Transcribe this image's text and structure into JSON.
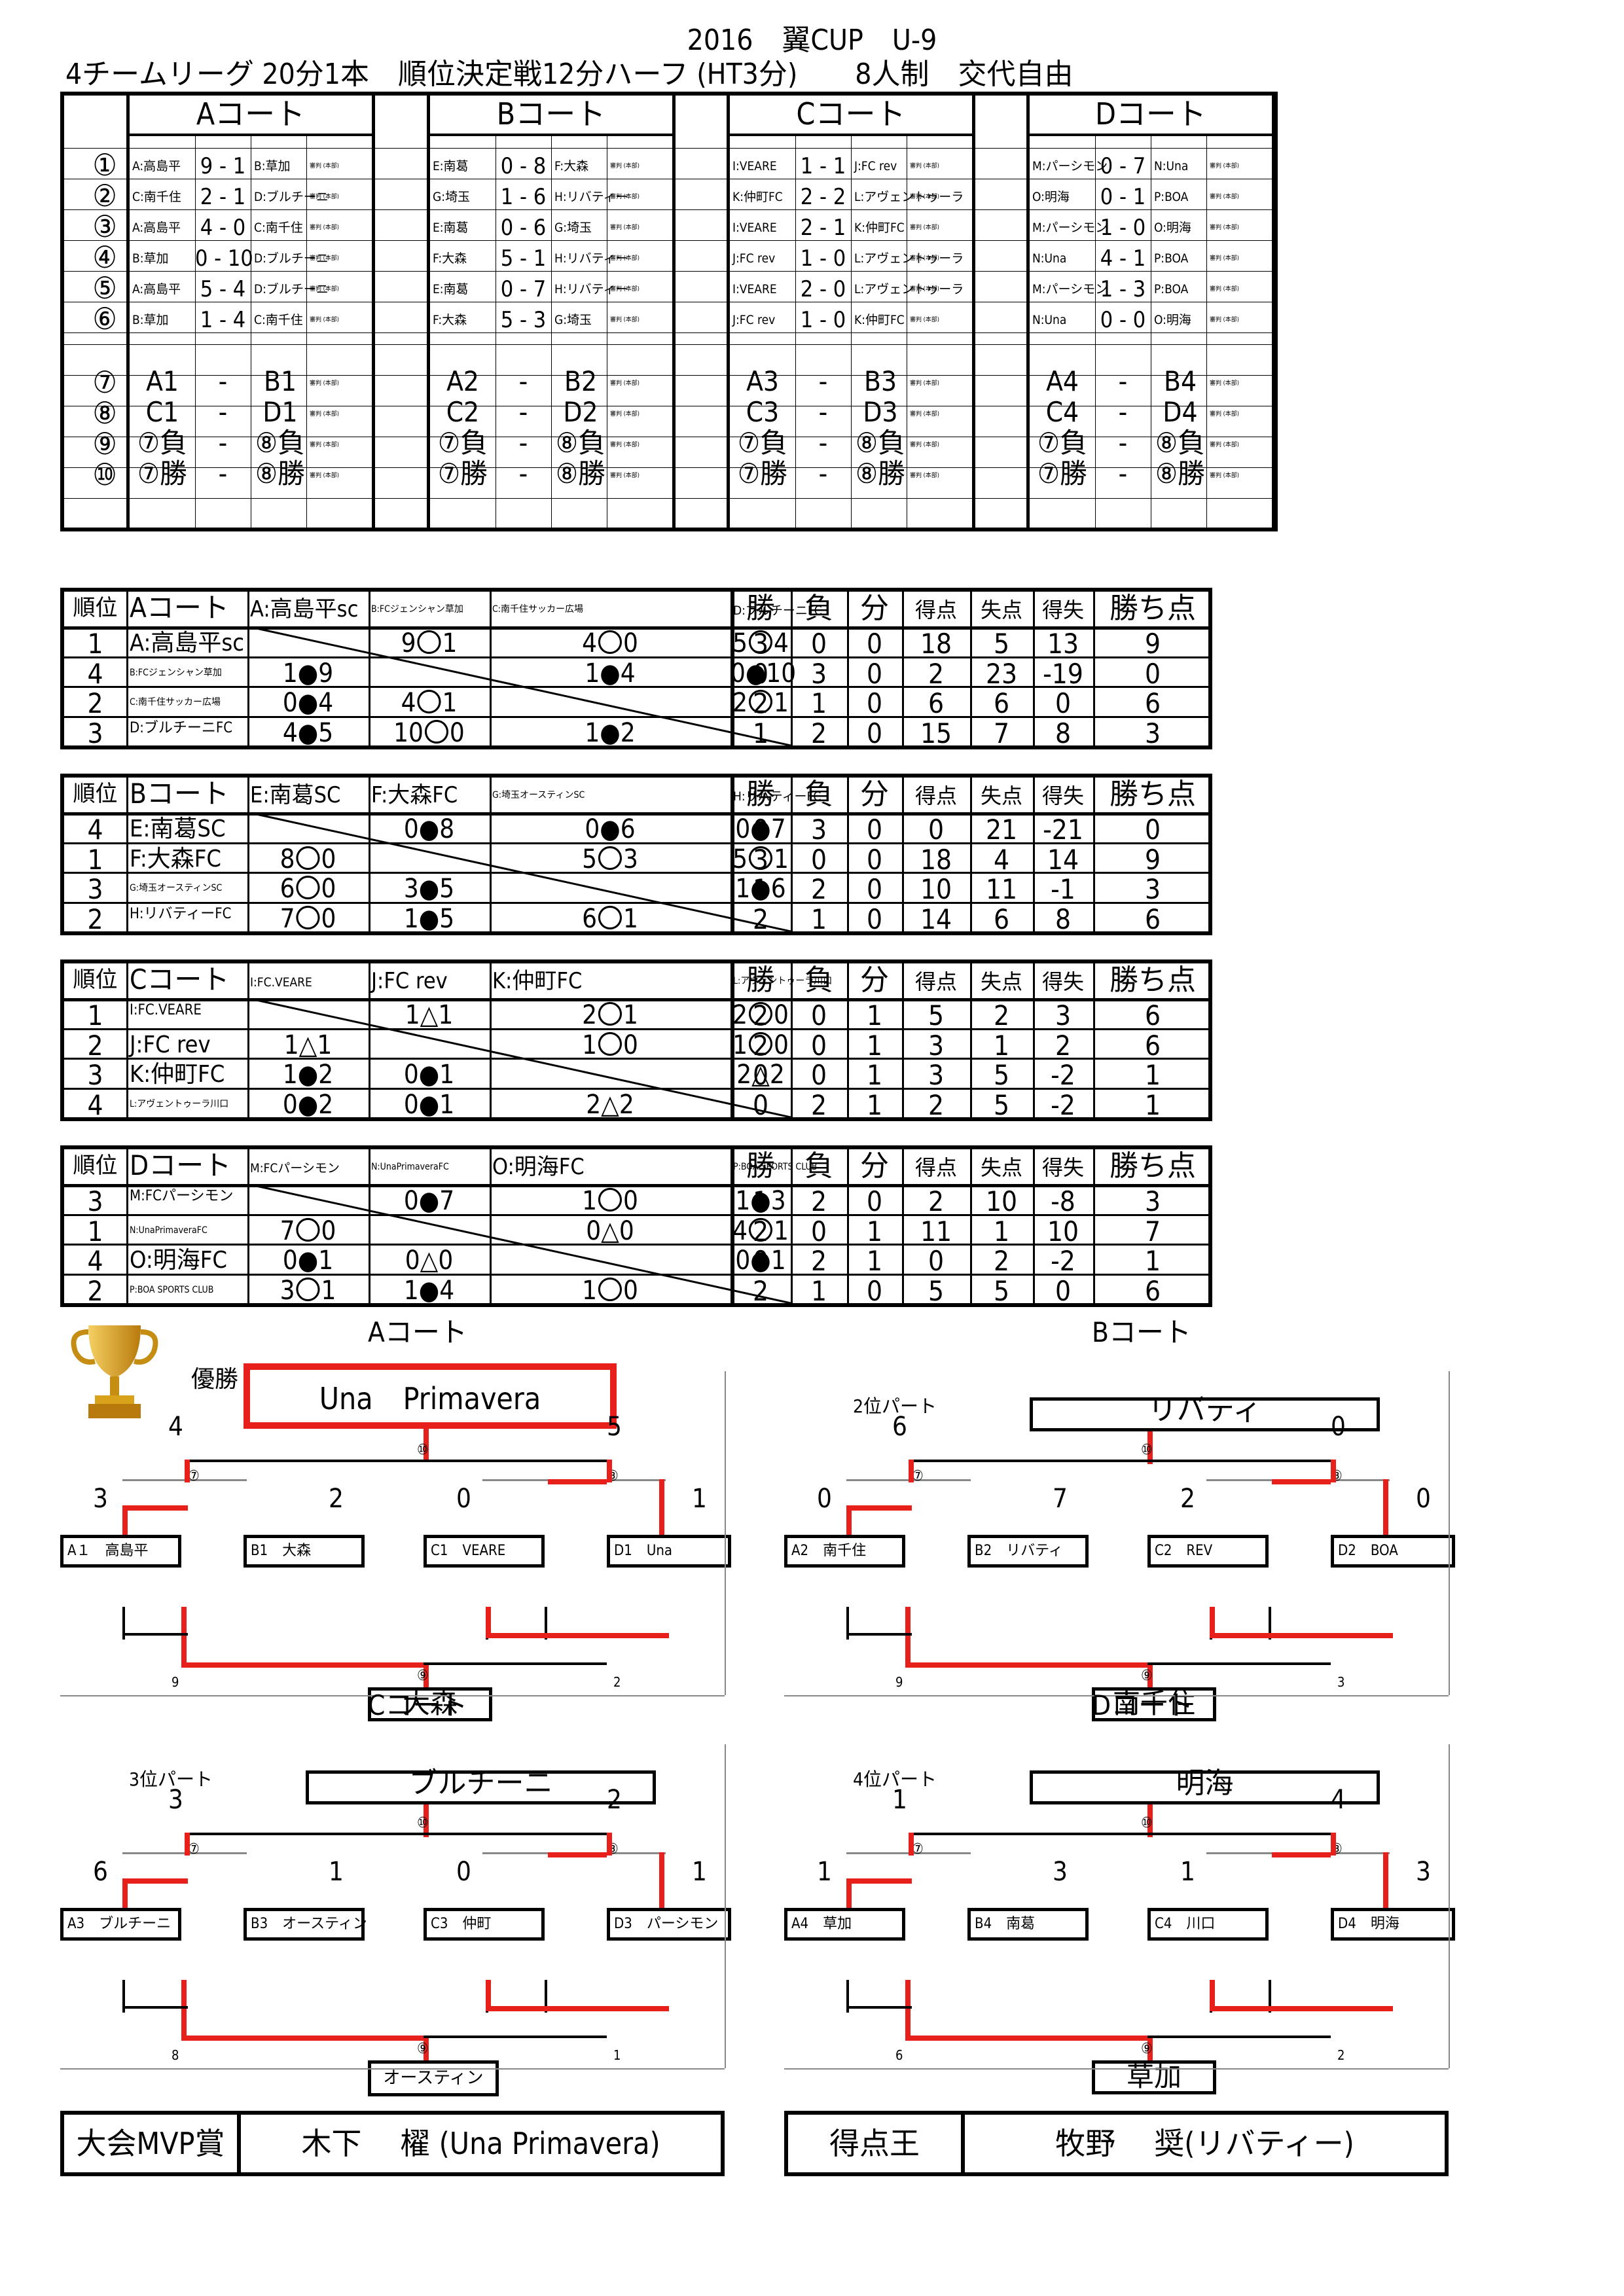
{
  "title": "2016　翼CUP　U-9",
  "subtitle": "4チームリーグ 20分1本　順位決定戦12分ハーフ (HT3分)　　8人制　交代自由",
  "courts": [
    "Aコート",
    "Bコート",
    "Cコート",
    "Dコート"
  ],
  "match_numbers": [
    "①",
    "②",
    "③",
    "④",
    "⑤",
    "⑥",
    "⑦",
    "⑧",
    "⑨",
    "⑩"
  ],
  "ref_label": "審判 (本部)",
  "schedule": {
    "A": [
      [
        "A:高島平",
        "9 - 1",
        "B:草加"
      ],
      [
        "C:南千住",
        "2 - 1",
        "D:ブルチーニ"
      ],
      [
        "A:高島平",
        "4 - 0",
        "C:南千住"
      ],
      [
        "B:草加",
        "0 - 10",
        "D:ブルチーニ"
      ],
      [
        "A:高島平",
        "5 - 4",
        "D:ブルチーニ"
      ],
      [
        "B:草加",
        "1 - 4",
        "C:南千住"
      ]
    ],
    "B": [
      [
        "E:南葛",
        "0 - 8",
        "F:大森"
      ],
      [
        "G:埼玉",
        "1 - 6",
        "H:リバティー"
      ],
      [
        "E:南葛",
        "0 - 6",
        "G:埼玉"
      ],
      [
        "F:大森",
        "5 - 1",
        "H:リバティー"
      ],
      [
        "E:南葛",
        "0 - 7",
        "H:リバティー"
      ],
      [
        "F:大森",
        "5 - 3",
        "G:埼玉"
      ]
    ],
    "C": [
      [
        "I:VEARE",
        "1 - 1",
        "J:FC rev"
      ],
      [
        "K:仲町FC",
        "2 - 2",
        "L:アヴェントゥーラ"
      ],
      [
        "I:VEARE",
        "2 - 1",
        "K:仲町FC"
      ],
      [
        "J:FC rev",
        "1 - 0",
        "L:アヴェントゥーラ"
      ],
      [
        "I:VEARE",
        "2 - 0",
        "L:アヴェントゥーラ"
      ],
      [
        "J:FC rev",
        "1 - 0",
        "K:仲町FC"
      ]
    ],
    "D": [
      [
        "M:パーシモン",
        "0 - 7",
        "N:Una"
      ],
      [
        "O:明海",
        "0 - 1",
        "P:BOA"
      ],
      [
        "M:パーシモン",
        "1 - 0",
        "O:明海"
      ],
      [
        "N:Una",
        "4 - 1",
        "P:BOA"
      ],
      [
        "M:パーシモン",
        "1 - 3",
        "P:BOA"
      ],
      [
        "N:Una",
        "0 - 0",
        "O:明海"
      ]
    ],
    "finals": [
      [
        [
          "A1",
          "-",
          "B1"
        ],
        [
          "A2",
          "-",
          "B2"
        ],
        [
          "A3",
          "-",
          "B3"
        ],
        [
          "A4",
          "-",
          "B4"
        ]
      ],
      [
        [
          "C1",
          "-",
          "D1"
        ],
        [
          "C2",
          "-",
          "D2"
        ],
        [
          "C3",
          "-",
          "D3"
        ],
        [
          "C4",
          "-",
          "D4"
        ]
      ],
      [
        [
          "⑦負",
          "-",
          "⑧負"
        ],
        [
          "⑦負",
          "-",
          "⑧負"
        ],
        [
          "⑦負",
          "-",
          "⑧負"
        ],
        [
          "⑦負",
          "-",
          "⑧負"
        ]
      ],
      [
        [
          "⑦勝",
          "-",
          "⑧勝"
        ],
        [
          "⑦勝",
          "-",
          "⑧勝"
        ],
        [
          "⑦勝",
          "-",
          "⑧勝"
        ],
        [
          "⑦勝",
          "-",
          "⑧勝"
        ]
      ]
    ]
  },
  "standings_headers": [
    "勝",
    "負",
    "分",
    "得点",
    "失点",
    "得失",
    "勝ち点"
  ],
  "rank_label": "順位",
  "standings": [
    {
      "court": "Aコート",
      "cols": [
        "A:高島平sc",
        "B:FCジェンシャン草加",
        "C:南千住サッカー広場",
        "D:ブルチーニFC"
      ],
      "rows": [
        {
          "rank": "1",
          "team": "A:高島平sc",
          "cells": [
            "",
            "9〇1",
            "4〇0",
            "5〇4"
          ],
          "stats": [
            "3",
            "0",
            "0",
            "18",
            "5",
            "13",
            "9"
          ]
        },
        {
          "rank": "4",
          "team": "B:FCジェンシャン草加",
          "cells": [
            "1●9",
            "",
            "1●4",
            "0●10"
          ],
          "stats": [
            "0",
            "3",
            "0",
            "2",
            "23",
            "-19",
            "0"
          ]
        },
        {
          "rank": "2",
          "team": "C:南千住サッカー広場",
          "cells": [
            "0●4",
            "4〇1",
            "",
            "2〇1"
          ],
          "stats": [
            "2",
            "1",
            "0",
            "6",
            "6",
            "0",
            "6"
          ]
        },
        {
          "rank": "3",
          "team": "D:ブルチーニFC",
          "cells": [
            "4●5",
            "10〇0",
            "1●2",
            ""
          ],
          "stats": [
            "1",
            "2",
            "0",
            "15",
            "7",
            "8",
            "3"
          ]
        }
      ]
    },
    {
      "court": "Bコート",
      "cols": [
        "E:南葛SC",
        "F:大森FC",
        "G:埼玉オースティンSC",
        "H:リバティーFC"
      ],
      "rows": [
        {
          "rank": "4",
          "team": "E:南葛SC",
          "cells": [
            "",
            "0●8",
            "0●6",
            "0●7"
          ],
          "stats": [
            "0",
            "3",
            "0",
            "0",
            "21",
            "-21",
            "0"
          ]
        },
        {
          "rank": "1",
          "team": "F:大森FC",
          "cells": [
            "8〇0",
            "",
            "5〇3",
            "5〇1"
          ],
          "stats": [
            "3",
            "0",
            "0",
            "18",
            "4",
            "14",
            "9"
          ]
        },
        {
          "rank": "3",
          "team": "G:埼玉オースティンSC",
          "cells": [
            "6〇0",
            "3●5",
            "",
            "1●6"
          ],
          "stats": [
            "1",
            "2",
            "0",
            "10",
            "11",
            "-1",
            "3"
          ]
        },
        {
          "rank": "2",
          "team": "H:リバティーFC",
          "cells": [
            "7〇0",
            "1●5",
            "6〇1",
            ""
          ],
          "stats": [
            "2",
            "1",
            "0",
            "14",
            "6",
            "8",
            "6"
          ]
        }
      ]
    },
    {
      "court": "Cコート",
      "cols": [
        "I:FC.VEARE",
        "J:FC rev",
        "K:仲町FC",
        "L:アヴェントゥーラ川口"
      ],
      "rows": [
        {
          "rank": "1",
          "team": "I:FC.VEARE",
          "cells": [
            "",
            "1△1",
            "2〇1",
            "2〇0"
          ],
          "stats": [
            "2",
            "0",
            "1",
            "5",
            "2",
            "3",
            "6"
          ]
        },
        {
          "rank": "2",
          "team": "J:FC rev",
          "cells": [
            "1△1",
            "",
            "1〇0",
            "1〇0"
          ],
          "stats": [
            "2",
            "0",
            "1",
            "3",
            "1",
            "2",
            "6"
          ]
        },
        {
          "rank": "3",
          "team": "K:仲町FC",
          "cells": [
            "1●2",
            "0●1",
            "",
            "2△2"
          ],
          "stats": [
            "0",
            "0",
            "1",
            "3",
            "5",
            "-2",
            "1"
          ]
        },
        {
          "rank": "4",
          "team": "L:アヴェントゥーラ川口",
          "cells": [
            "0●2",
            "0●1",
            "2△2",
            ""
          ],
          "stats": [
            "0",
            "2",
            "1",
            "2",
            "5",
            "-2",
            "1"
          ]
        }
      ]
    },
    {
      "court": "Dコート",
      "cols": [
        "M:FCパーシモン",
        "N:UnaPrimaveraFC",
        "O:明海FC",
        "P:BOA SPORTS CLUB"
      ],
      "rows": [
        {
          "rank": "3",
          "team": "M:FCパーシモン",
          "cells": [
            "",
            "0●7",
            "1〇0",
            "1●3"
          ],
          "stats": [
            "1",
            "2",
            "0",
            "2",
            "10",
            "-8",
            "3"
          ]
        },
        {
          "rank": "1",
          "team": "N:UnaPrimaveraFC",
          "cells": [
            "7〇0",
            "",
            "0△0",
            "4〇1"
          ],
          "stats": [
            "2",
            "0",
            "1",
            "11",
            "1",
            "10",
            "7"
          ]
        },
        {
          "rank": "4",
          "team": "O:明海FC",
          "cells": [
            "0●1",
            "0△0",
            "",
            "0●1"
          ],
          "stats": [
            "0",
            "2",
            "1",
            "0",
            "2",
            "-2",
            "1"
          ]
        },
        {
          "rank": "2",
          "team": "P:BOA SPORTS CLUB",
          "cells": [
            "3〇1",
            "1●4",
            "1〇0",
            ""
          ],
          "stats": [
            "2",
            "1",
            "0",
            "5",
            "5",
            "0",
            "6"
          ]
        }
      ]
    }
  ],
  "brackets": [
    {
      "court": "Aコート",
      "part": "優勝",
      "winner": "Una　Primavera",
      "final_left": "4",
      "final_right": "5",
      "semi": [
        "3",
        "2",
        "0",
        "1"
      ],
      "teams": [
        "A１　高島平",
        "B1　大森",
        "C1　VEARE",
        "D1　Una"
      ],
      "third_left": "9",
      "third_right": "2",
      "third_winner": "大森"
    },
    {
      "court": "Bコート",
      "part": "2位パート",
      "winner": "リバティ",
      "final_left": "6",
      "final_right": "0",
      "semi": [
        "0",
        "7",
        "2",
        "0"
      ],
      "teams": [
        "A2　南千住",
        "B2　リバティ",
        "C2　REV",
        "D2　BOA"
      ],
      "third_left": "9",
      "third_right": "3",
      "third_winner": "南千住"
    },
    {
      "court": "Cコート",
      "part": "3位パート",
      "winner": "ブルチーニ",
      "final_left": "3",
      "final_right": "2",
      "semi": [
        "6",
        "1",
        "0",
        "1"
      ],
      "teams": [
        "A3　ブルチーニ",
        "B3　オースティン",
        "C3　仲町",
        "D3　パーシモン"
      ],
      "third_left": "8",
      "third_right": "1",
      "third_winner": "オースティン"
    },
    {
      "court": "Dコート",
      "part": "4位パート",
      "winner": "明海",
      "final_left": "1",
      "final_right": "4",
      "semi": [
        "1",
        "3",
        "1",
        "3"
      ],
      "teams": [
        "A4　草加",
        "B4　南葛",
        "C4　川口",
        "D4　明海"
      ],
      "third_left": "6",
      "third_right": "2",
      "third_winner": "草加"
    }
  ],
  "awards": {
    "mvp_label": "大会MVP賞",
    "mvp_value": "木下　 櫂 (Una Primavera)",
    "top_scorer_label": "得点王",
    "top_scorer_value": "牧野　 奨(リバティー)"
  },
  "colors": {
    "accent": "#e8201c",
    "line": "#000000",
    "trophy": "#d9a21b"
  }
}
